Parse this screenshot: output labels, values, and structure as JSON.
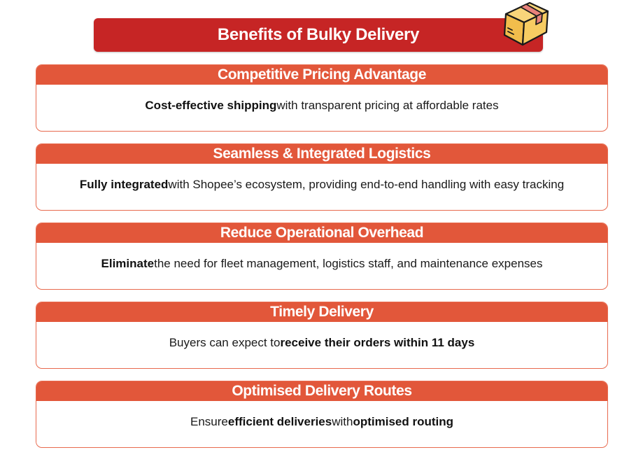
{
  "title": {
    "text": "Benefits of Bulky Delivery",
    "icon": "cardboard-box-icon",
    "background_color": "#c62525"
  },
  "colors": {
    "card_header": "#e2573a",
    "card_border": "#e86a4e",
    "box_fill": "#f6c453",
    "box_tape": "#e8827a"
  },
  "cards": [
    {
      "title": "Competitive Pricing Advantage",
      "segments": [
        {
          "text": "Cost-effective shipping",
          "bold": true
        },
        {
          "text": " with transparent pricing at affordable rates",
          "bold": false
        }
      ]
    },
    {
      "title": "Seamless & Integrated Logistics",
      "segments": [
        {
          "text": "Fully integrated",
          "bold": true
        },
        {
          "text": " with Shopee’s ecosystem, providing end-to-end handling with easy tracking",
          "bold": false
        }
      ]
    },
    {
      "title": "Reduce Operational Overhead",
      "segments": [
        {
          "text": "Eliminate",
          "bold": true
        },
        {
          "text": " the need for fleet management, logistics staff, and maintenance expenses",
          "bold": false
        }
      ]
    },
    {
      "title": "Timely Delivery",
      "segments": [
        {
          "text": "Buyers can expect to ",
          "bold": false
        },
        {
          "text": "receive their orders within 11 days",
          "bold": true
        }
      ]
    },
    {
      "title": "Optimised Delivery Routes",
      "segments": [
        {
          "text": "Ensure ",
          "bold": false
        },
        {
          "text": "efficient deliveries",
          "bold": true
        },
        {
          "text": " with ",
          "bold": false
        },
        {
          "text": "optimised routing",
          "bold": true
        }
      ]
    }
  ]
}
